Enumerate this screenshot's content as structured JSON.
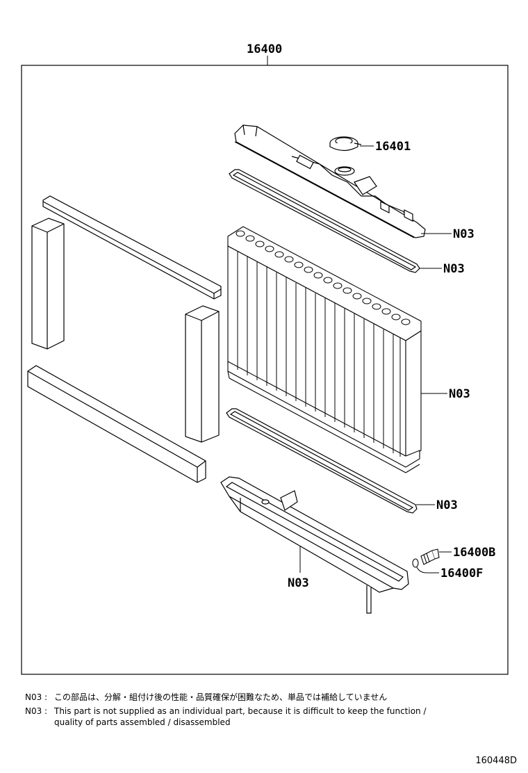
{
  "diagram": {
    "assembly_number": "16400",
    "callouts": {
      "cap": "16401",
      "upper_tank": "N03",
      "upper_gasket": "N03",
      "core": "N03",
      "lower_gasket": "N03",
      "lower_tank": "N03",
      "drain_cock": "16400B",
      "drain_oring": "16400F"
    },
    "figure_id": "160448D"
  },
  "notes": {
    "jp_key": "N03 :",
    "jp_text": "この部品は、分解・組付け後の性能・品質確保が困難なため、単品では補給していません",
    "en_key": "N03 :",
    "en_text_line1": "This part is not supplied as an individual part, because it is difficult to keep the function /",
    "en_text_line2": "quality of parts assembled / disassembled"
  }
}
